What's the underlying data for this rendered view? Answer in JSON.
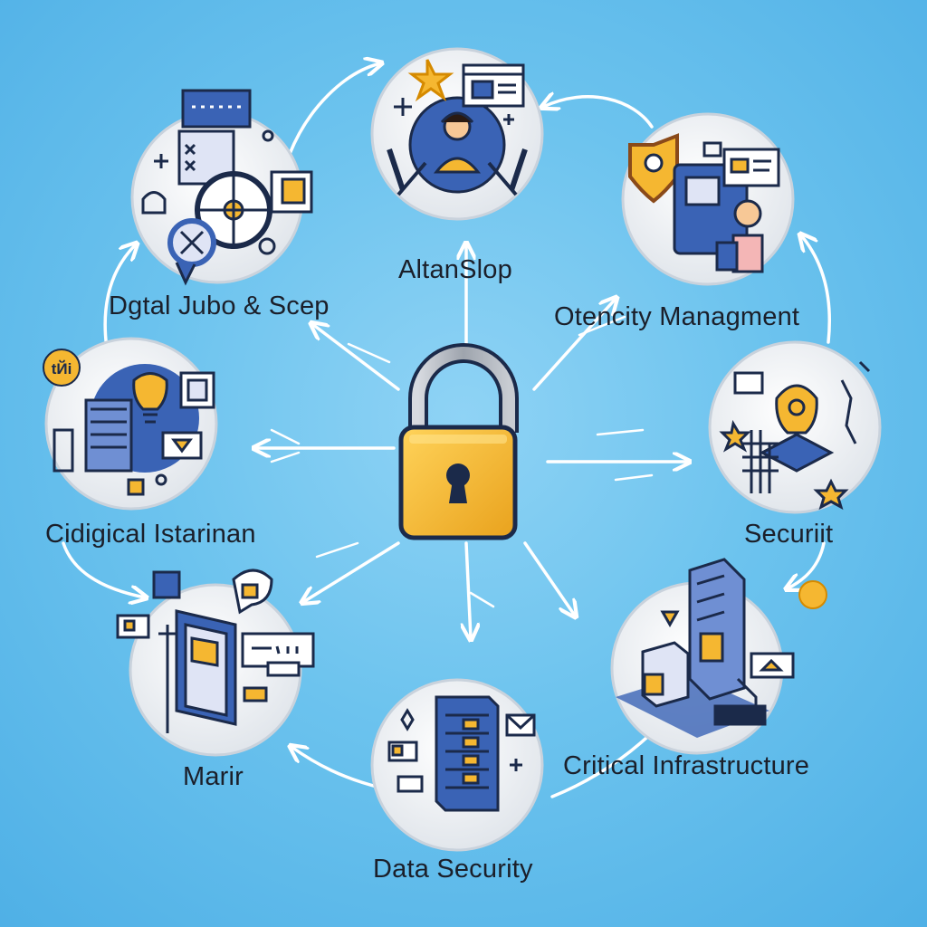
{
  "diagram": {
    "center": {
      "icon": "padlock-icon"
    },
    "nodes": [
      {
        "id": "top",
        "label": "AltanSlop",
        "icon": "person-at-laptop-icon"
      },
      {
        "id": "top-left",
        "label": "Dgtal Jubo & Scep",
        "icon": "target-dashboard-icon"
      },
      {
        "id": "top-right",
        "label": "Otencity Managment",
        "icon": "shield-server-icon"
      },
      {
        "id": "left",
        "label": "Cidigical Istarinan",
        "icon": "lightbulb-factory-icon"
      },
      {
        "id": "right",
        "label": "Securiit",
        "icon": "lightbulb-chip-icon"
      },
      {
        "id": "bottom-left",
        "label": "Marir",
        "icon": "tablet-chat-icon"
      },
      {
        "id": "bottom-right",
        "label": "Critical Infrastructure",
        "icon": "isometric-buildings-icon"
      },
      {
        "id": "bottom",
        "label": "Data Security",
        "icon": "server-rack-icon"
      }
    ],
    "badge_text": "tЙi",
    "colors": {
      "background": "#6cc3ee",
      "lock_body": "#f5b731",
      "lock_shackle": "#b8bcc4",
      "outline": "#1b2a4a",
      "node_face": "#f1f3f6",
      "arrow": "#ffffff",
      "accent_blue": "#3a63b5",
      "accent_yellow": "#f5b731"
    }
  }
}
